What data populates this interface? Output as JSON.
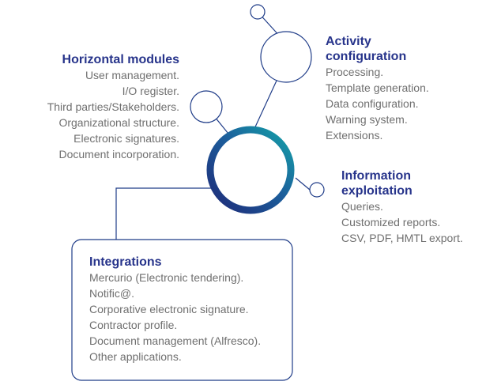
{
  "colors": {
    "heading": "#27348b",
    "body_text": "#6f6f6f",
    "connector": "#1f3c88",
    "ring_start": "#1e2a78",
    "ring_end": "#14a3a8"
  },
  "horizontal_modules": {
    "title": "Horizontal modules",
    "items": [
      "User management.",
      "I/O register.",
      "Third parties/Stakeholders.",
      "Organizational structure.",
      "Electronic signatures.",
      "Document incorporation."
    ]
  },
  "activity_configuration": {
    "title_line1": "Activity",
    "title_line2": "configuration",
    "items": [
      "Processing.",
      "Template generation.",
      "Data configuration.",
      "Warning system.",
      "Extensions."
    ]
  },
  "information_exploitation": {
    "title_line1": "Information",
    "title_line2": "exploitation",
    "items": [
      "Queries.",
      "Customized reports.",
      "CSV, PDF, HMTL export."
    ]
  },
  "integrations": {
    "title": "Integrations",
    "items": [
      "Mercurio (Electronic tendering).",
      "Notific@.",
      "Corporative electronic signature.",
      "Contractor profile.",
      "Document management (Alfresco).",
      "Other applications."
    ]
  }
}
